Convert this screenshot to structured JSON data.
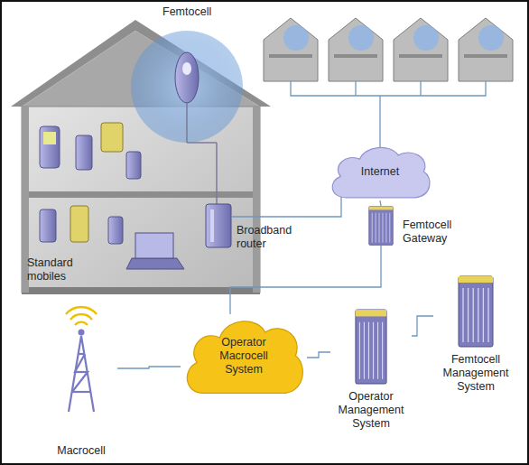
{
  "diagram": {
    "nodes": [
      {
        "text": [
          "Internet"
        ]
      },
      {
        "text": [
          "Femtocell Gateway"
        ]
      },
      {
        "text": [
          "Operator Macrocell System"
        ]
      },
      {
        "text": [
          "Operator Management System"
        ]
      },
      {
        "text": [
          "Femtocell Management System"
        ]
      },
      {
        "text": [
          "Macrocell"
        ]
      }
    ],
    "edges": [
      {
        "from": 0,
        "to": 1,
        "arrow": "none"
      },
      {
        "from": 1,
        "to": 2,
        "arrow": "none"
      },
      {
        "from": 5,
        "to": 2,
        "arrow": "none"
      },
      {
        "from": 2,
        "to": 3,
        "arrow": "none"
      },
      {
        "from": 3,
        "to": 4,
        "arrow": "none"
      }
    ],
    "labels": [
      "Femtocell",
      "Broadband router",
      "Standard mobiles"
    ]
  }
}
